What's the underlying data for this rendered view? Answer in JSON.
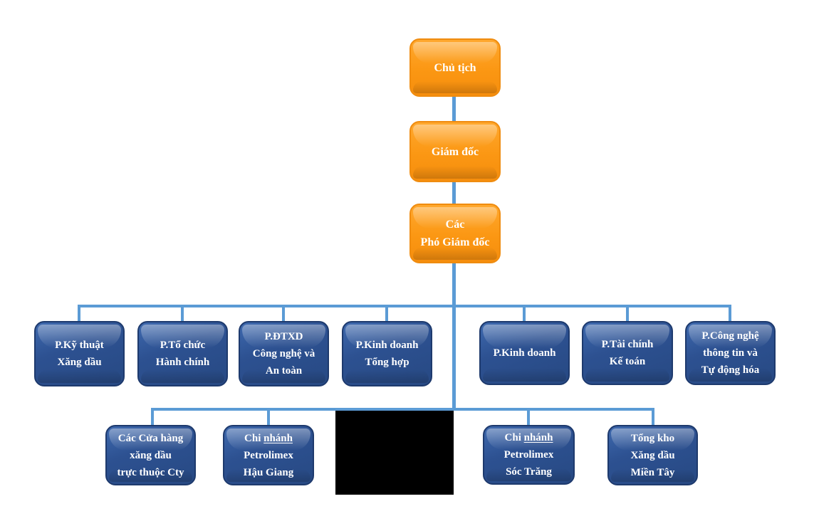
{
  "colors": {
    "connector": "#5B9BD5",
    "orange_fill": "#FB9713",
    "orange_border": "#EF8C10",
    "blue_fill": "#2D5191",
    "blue_border": "#1E3A6D",
    "node_text": "#FFFFFF",
    "redaction": "#000000"
  },
  "top": {
    "chairman": "Chủ tịch",
    "director": "Giám đốc",
    "deputy_line1": "Các",
    "deputy_line2": "Phó Giám đốc"
  },
  "departments": [
    {
      "lines": [
        "P.Kỹ thuật",
        "Xăng dầu"
      ]
    },
    {
      "lines": [
        "P.Tổ chức",
        "Hành chính"
      ]
    },
    {
      "lines": [
        "P.ĐTXD",
        "Công nghệ và",
        "An toàn"
      ]
    },
    {
      "lines": [
        "P.Kinh doanh",
        "Tổng hợp"
      ]
    },
    {
      "lines": [
        "P.Kinh doanh"
      ]
    },
    {
      "lines": [
        "P.Tài chính",
        "Kế toán"
      ]
    },
    {
      "lines": [
        "P.Công nghệ",
        "thông tin và",
        "Tự động hóa"
      ]
    }
  ],
  "units": [
    {
      "lines": [
        "Các Cửa hàng",
        "xăng dầu",
        "trực thuộc Cty"
      ]
    },
    {
      "line1_pre": "Chi ",
      "line1_underlined": "nhánh",
      "line2": "Petrolimex",
      "line3": "Hậu Giang"
    },
    {
      "redacted": true
    },
    {
      "line1_pre": "Chi ",
      "line1_underlined": "nhánh",
      "line2": "Petrolimex",
      "line3": "Sóc Trăng"
    },
    {
      "lines": [
        "Tổng kho",
        "Xăng dầu",
        "Miền Tây"
      ]
    }
  ]
}
